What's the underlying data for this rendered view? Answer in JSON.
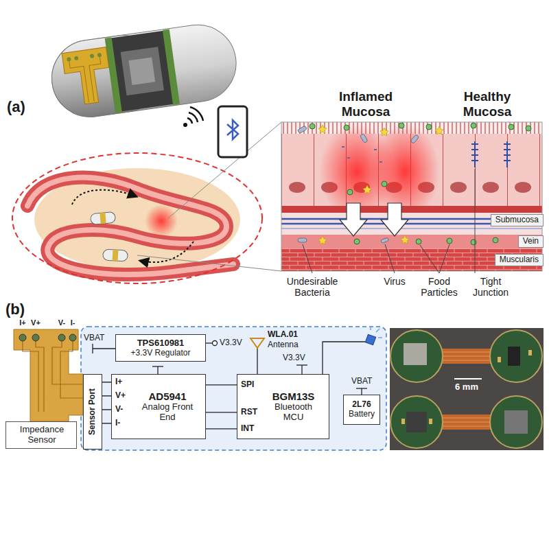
{
  "diagram": {
    "nodes": [
      {
        "text": [
          "Submucosa"
        ]
      },
      {
        "text": [
          "Vein"
        ]
      },
      {
        "text": [
          "Muscularis"
        ]
      },
      {
        "text": [
          "Impedance Sensor"
        ]
      },
      {
        "text": [
          "TPS610981",
          "+3.3V Regulator"
        ]
      },
      {
        "text": [
          "Sensor Port"
        ]
      },
      {
        "text": [
          "I+",
          "V+",
          "V-",
          "I-",
          "AD5941",
          "Analog Front End"
        ]
      },
      {
        "text": [
          "SPI",
          "RST",
          "INT",
          "BGM13S",
          "Bluetooth MCU"
        ]
      },
      {
        "text": [
          "2L76",
          "Battery"
        ]
      }
    ],
    "edges": [
      {
        "from": 5,
        "to": 6,
        "arrow": "none"
      },
      {
        "from": 5,
        "to": 6,
        "arrow": "none"
      },
      {
        "from": 5,
        "to": 6,
        "arrow": "none"
      },
      {
        "from": 5,
        "to": 6,
        "arrow": "none"
      },
      {
        "from": 6,
        "to": 7,
        "arrow": "none"
      },
      {
        "from": 6,
        "to": 7,
        "arrow": "none"
      },
      {
        "from": 6,
        "to": 7,
        "arrow": "none"
      }
    ],
    "labels": [
      "(a)",
      "Inflamed Mucosa",
      "Healthy Mucosa",
      "Undesirable Bacteria",
      "Virus",
      "Food Particles",
      "Tight Junction",
      "(b)",
      "I+",
      "V+",
      "V-",
      "I-",
      "VBAT",
      "V3.3V",
      "WLA.01",
      "Antenna",
      "V3.3V",
      "VBAT",
      "6 mm"
    ]
  }
}
